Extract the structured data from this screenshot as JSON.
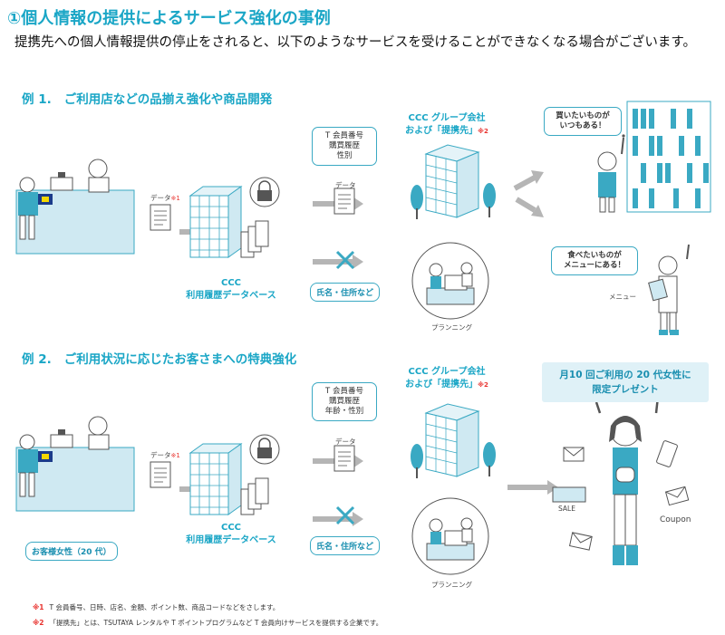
{
  "title": "①個人情報の提供によるサービス強化の事例",
  "intro": "提携先への個人情報提供の停止をされると、以下のようなサービスを受けることができなくなる場合がございます。",
  "colors": {
    "accent": "#1aa6c6",
    "line": "#3aa9c3",
    "red": "#e8322e",
    "arrow": "#b5b5b5",
    "promo_bg": "#dff1f7"
  },
  "example1": {
    "num": "例 1.",
    "title": "ご利用店などの品揃え強化や商品開発",
    "data_label": "データ",
    "note_mark": "※1",
    "db_line1": "CCC",
    "db_line2": "利用履歴データベース",
    "items_bubble": [
      "T 会員番号",
      "購買履歴",
      "性別"
    ],
    "data_label2": "データ",
    "excluded": "氏名・住所など",
    "company_line1": "CCC グループ会社",
    "company_line2": "および「提携先」",
    "company_mark": "※2",
    "planning": "プランニング",
    "want_buy": [
      "買いたいものが",
      "いつもある！"
    ],
    "want_eat": [
      "食べたいものが",
      "メニューにある！"
    ],
    "menu": "メニュー"
  },
  "example2": {
    "num": "例 2.",
    "title": "ご利用状況に応じたお客さまへの特典強化",
    "data_label": "データ",
    "note_mark": "※1",
    "db_line1": "CCC",
    "db_line2": "利用履歴データベース",
    "items_bubble": [
      "T 会員番号",
      "購買履歴",
      "年齢・性別"
    ],
    "data_label2": "データ",
    "excluded": "氏名・住所など",
    "company_line1": "CCC グループ会社",
    "company_line2": "および「提携先」",
    "company_mark": "※2",
    "planning": "プランニング",
    "customer": "お客様女性（20 代）",
    "promo": [
      "月10 回ご利用の 20 代女性に",
      "限定プレゼント"
    ],
    "sale": "SALE",
    "coupon": "Coupon"
  },
  "footnotes": [
    {
      "mark": "※1",
      "text": "T 会員番号、日時、店名、金額、ポイント数、商品コードなどをさします。"
    },
    {
      "mark": "※2",
      "text": "「提携先」とは、TSUTAYA レンタルや T ポイントプログラムなど T 会員向けサービスを提供する企業です。"
    }
  ]
}
